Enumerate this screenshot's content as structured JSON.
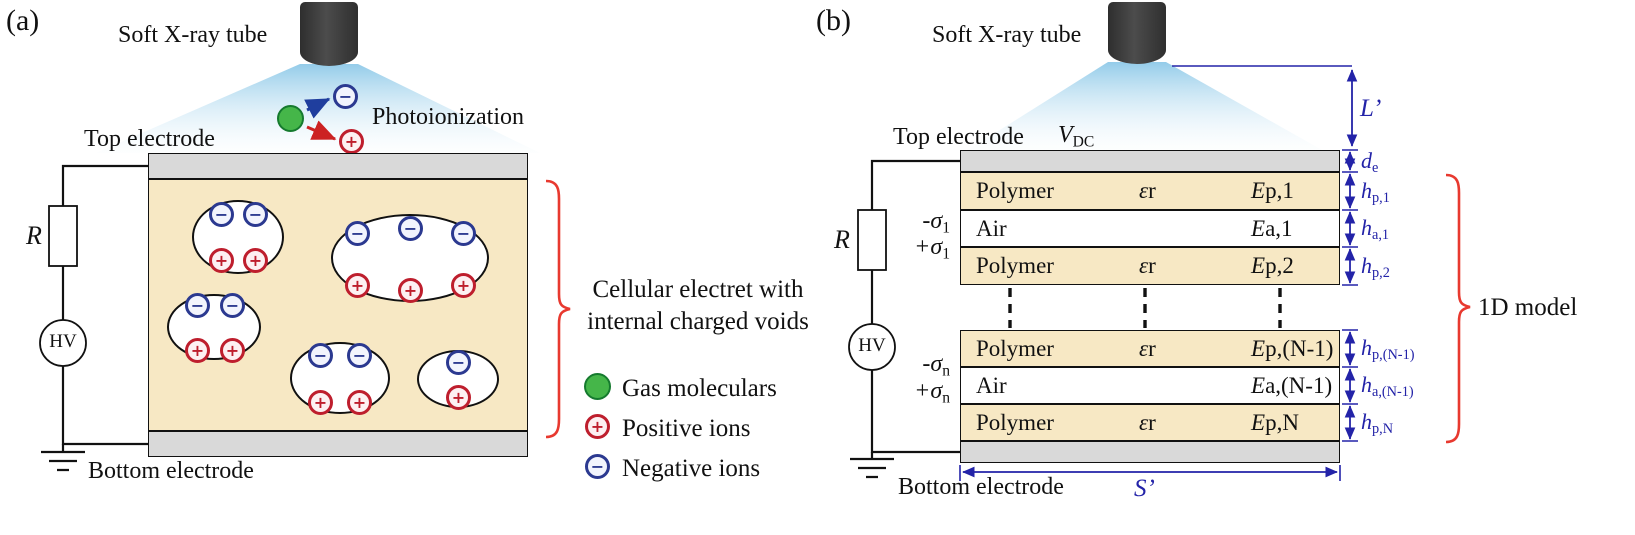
{
  "signs": {
    "plus": "+",
    "minus": "−"
  },
  "panel_a": {
    "label": "(a)",
    "xray_tube_label": "Soft X-ray tube",
    "photoionization_label": "Photoionization",
    "top_electrode_label": "Top electrode",
    "bottom_electrode_label": "Bottom electrode",
    "resistor_label": "R",
    "hv_label": "HV",
    "caption_line1": "Cellular electret with",
    "caption_line2": "internal charged voids",
    "legend": [
      {
        "label": "Gas moleculars"
      },
      {
        "label": "Positive ions"
      },
      {
        "label": "Negative ions"
      }
    ]
  },
  "panel_b": {
    "label": "(b)",
    "xray_tube_label": "Soft X-ray tube",
    "top_electrode_label": "Top electrode",
    "bottom_electrode_label": "Bottom electrode",
    "vdc": {
      "base": "V",
      "sub": "DC"
    },
    "resistor_label": "R",
    "hv_label": "HV",
    "model_label": "1D model",
    "dims": {
      "L": "L’",
      "S": "S’",
      "de": {
        "base": "d",
        "sub": "e"
      }
    },
    "sigma": {
      "minus1": {
        "base": "-σ",
        "sub": "1"
      },
      "plus1": {
        "base": "+σ",
        "sub": "1"
      },
      "minusn": {
        "base": "-σ",
        "sub": "n"
      },
      "plusn": {
        "base": "+σ",
        "sub": "n"
      }
    },
    "layers": [
      {
        "name": "Polymer",
        "eps_base": "ε",
        "eps_sub": "r",
        "field_base": "E",
        "field_sub": "p,1",
        "h_base": "h",
        "h_sub": "p,1"
      },
      {
        "name": "Air",
        "field_base": "E",
        "field_sub": "a,1",
        "h_base": "h",
        "h_sub": "a,1"
      },
      {
        "name": "Polymer",
        "eps_base": "ε",
        "eps_sub": "r",
        "field_base": "E",
        "field_sub": "p,2",
        "h_base": "h",
        "h_sub": "p,2"
      },
      {
        "name": "Polymer",
        "eps_base": "ε",
        "eps_sub": "r",
        "field_base": "E",
        "field_sub": "p,(N-1)",
        "h_base": "h",
        "h_sub": "p,(N-1)"
      },
      {
        "name": "Air",
        "field_base": "E",
        "field_sub": "a,(N-1)",
        "h_base": "h",
        "h_sub": "a,(N-1)"
      },
      {
        "name": "Polymer",
        "eps_base": "ε",
        "eps_sub": "r",
        "field_base": "E",
        "field_sub": "p,N",
        "h_base": "h",
        "h_sub": "p,N"
      }
    ]
  },
  "colors": {
    "polymer_tan": "#f7e8c4",
    "electrode_gray": "#d9d9d9",
    "dimension_blue": "#2323a8",
    "brace_red": "#e8392f",
    "positive_red": "#be1e2d",
    "negative_blue": "#2b3990",
    "gas_green": "#45b649",
    "xray_cone_blue": "#8ec9e8",
    "tube_dark": "#3d3d3d"
  }
}
